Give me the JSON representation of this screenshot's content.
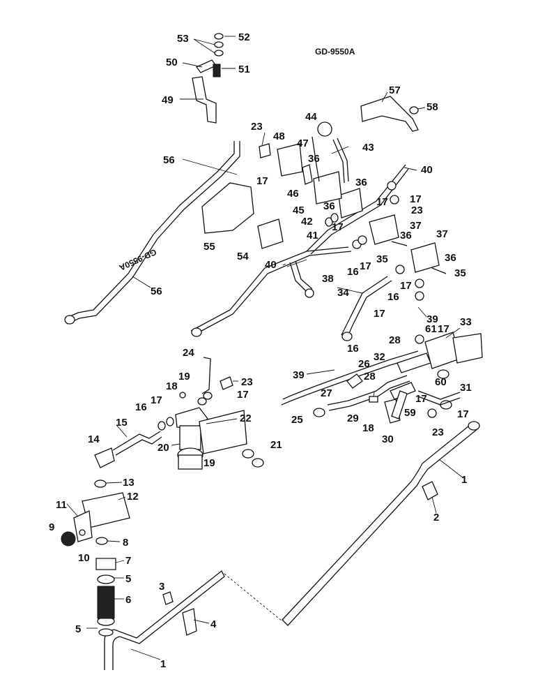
{
  "drawing_code": "GD-9550A",
  "pipe_stamp": "GD-9550A",
  "callouts": {
    "c1a": "1",
    "c1b": "1",
    "c2": "2",
    "c3": "3",
    "c4": "4",
    "c5a": "5",
    "c5b": "5",
    "c6": "6",
    "c7": "7",
    "c8": "8",
    "c9": "9",
    "c10": "10",
    "c11": "11",
    "c12": "12",
    "c13": "13",
    "c14": "14",
    "c15": "15",
    "c16a": "16",
    "c16b": "16",
    "c16c": "16",
    "c16d": "16",
    "c17a": "17",
    "c17b": "17",
    "c17c": "17",
    "c17d": "17",
    "c17e": "17",
    "c17f": "17",
    "c17g": "17",
    "c17h": "17",
    "c17i": "17",
    "c17j": "17",
    "c17k": "17",
    "c17l": "17",
    "c18a": "18",
    "c18b": "18",
    "c19a": "19",
    "c19b": "19",
    "c20": "20",
    "c21": "21",
    "c22": "22",
    "c23a": "23",
    "c23b": "23",
    "c23c": "23",
    "c23d": "23",
    "c24": "24",
    "c25": "25",
    "c26": "26",
    "c27": "27",
    "c28a": "28",
    "c28b": "28",
    "c29": "29",
    "c30": "30",
    "c31": "31",
    "c32": "32",
    "c33": "33",
    "c34": "34",
    "c35a": "35",
    "c35b": "35",
    "c36a": "36",
    "c36b": "36",
    "c36c": "36",
    "c36d": "36",
    "c36e": "36",
    "c37a": "37",
    "c37b": "37",
    "c38": "38",
    "c39a": "39",
    "c39b": "39",
    "c40a": "40",
    "c40b": "40",
    "c41": "41",
    "c42": "42",
    "c43": "43",
    "c44": "44",
    "c45": "45",
    "c46": "46",
    "c47": "47",
    "c48": "48",
    "c49": "49",
    "c50": "50",
    "c51": "51",
    "c52": "52",
    "c53": "53",
    "c54": "54",
    "c55": "55",
    "c56a": "56",
    "c56b": "56",
    "c57": "57",
    "c58": "58",
    "c59": "59",
    "c60": "60",
    "c61": "61"
  }
}
